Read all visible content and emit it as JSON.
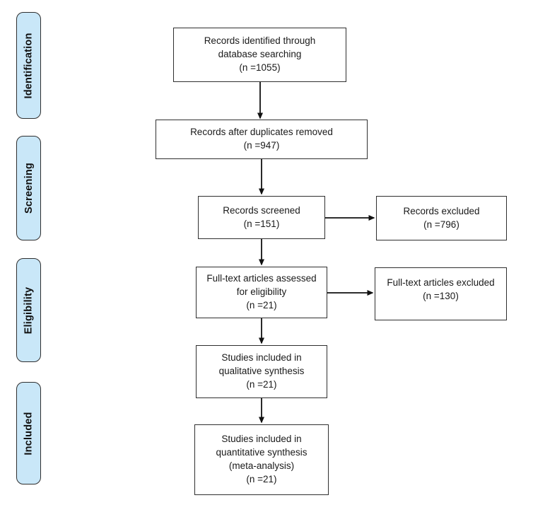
{
  "diagram_type": "prisma-flow-diagram",
  "sidebar": {
    "stages": [
      {
        "label": "Identification"
      },
      {
        "label": "Screening"
      },
      {
        "label": "Eligibility"
      },
      {
        "label": "Included"
      }
    ]
  },
  "flow": {
    "identified": {
      "text": "Records identified through\ndatabase searching\n(n =1055)"
    },
    "duplicates_removed": {
      "text": "Records after duplicates removed\n(n =947)"
    },
    "screened": {
      "text": "Records screened\n(n =151)"
    },
    "records_excluded": {
      "text": "Records excluded\n(n =796)"
    },
    "fulltext_assessed": {
      "text": "Full-text articles assessed\nfor eligibility\n(n =21)"
    },
    "fulltext_excluded": {
      "text": "Full-text articles excluded\n(n =130)"
    },
    "qualitative": {
      "text": "Studies included in\nqualitative synthesis\n(n =21)"
    },
    "quantitative": {
      "text": "Studies included in\nquantitative synthesis\n(meta-analysis)\n(n =21)"
    }
  },
  "counts": {
    "identified": 1055,
    "after_duplicates_removed": 947,
    "screened": 151,
    "records_excluded": 796,
    "fulltext_assessed": 21,
    "fulltext_excluded": 130,
    "qualitative_synthesis": 21,
    "quantitative_synthesis": 21
  },
  "colors": {
    "stage_fill": "#C9E7F8",
    "box_border": "#2F2F2F",
    "arrow": "#111111",
    "background": "#FFFFFF"
  }
}
